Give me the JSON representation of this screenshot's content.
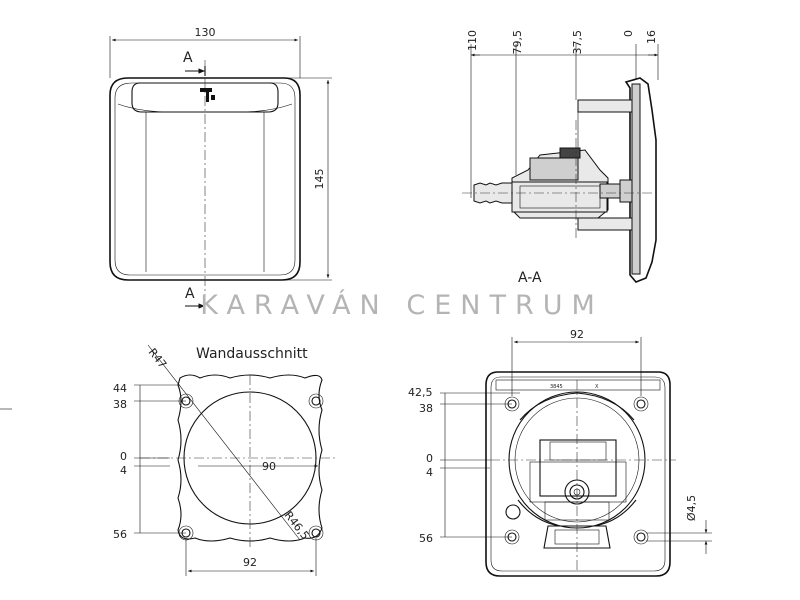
{
  "watermark": "KARAVÁN CENTRUM",
  "front_view": {
    "width_dim": "130",
    "height_dim": "145",
    "section_top": "A",
    "section_bottom": "A"
  },
  "section_view": {
    "label": "A-A",
    "dims": [
      "110",
      "79,5",
      "37,5",
      "0",
      "16"
    ]
  },
  "cutout_view": {
    "label": "Wandausschnitt",
    "radius_outer": "R47",
    "radius_inner": "R46,5",
    "inner_width": "90",
    "hole_spacing": "92",
    "dims_left": [
      "44",
      "38",
      "0",
      "4",
      "56"
    ]
  },
  "back_view": {
    "top_width": "92",
    "dims_left": [
      "42,5",
      "38",
      "0",
      "4",
      "56"
    ],
    "hole_dia": "Ø4,5",
    "tiny_label_1": "3845",
    "tiny_label_2": "X"
  }
}
